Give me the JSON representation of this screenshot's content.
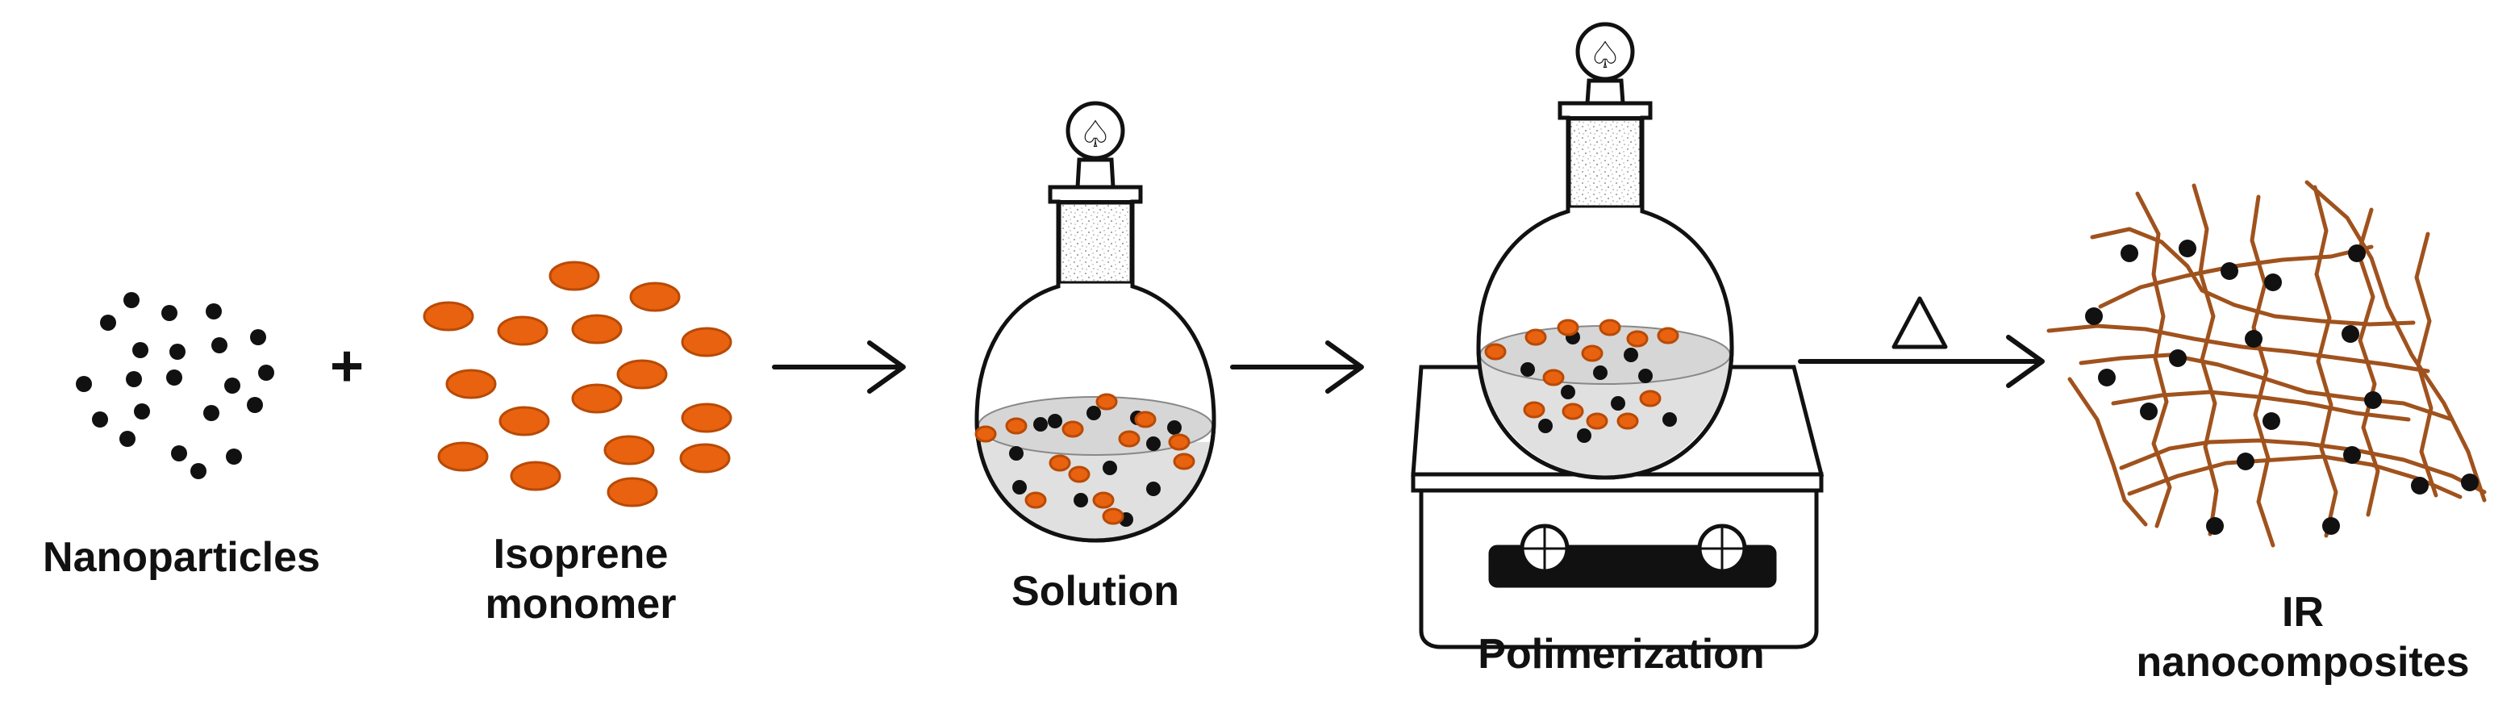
{
  "labels": {
    "nanoparticles": "Nanoparticles",
    "plus": "+",
    "isoprene_line1": "Isoprene",
    "isoprene_line2": "monomer",
    "solution": "Solution",
    "polimerization": "Polimerization",
    "ir_line1": "IR",
    "ir_line2": "nanocomposites",
    "heat_symbol": "△"
  },
  "colors": {
    "nanoparticle": "#111111",
    "monomer_fill": "#e8620f",
    "monomer_stroke": "#b84a06",
    "polymer_chain": "#a0521d",
    "solution": "#dcdcdc",
    "line": "#111111"
  }
}
